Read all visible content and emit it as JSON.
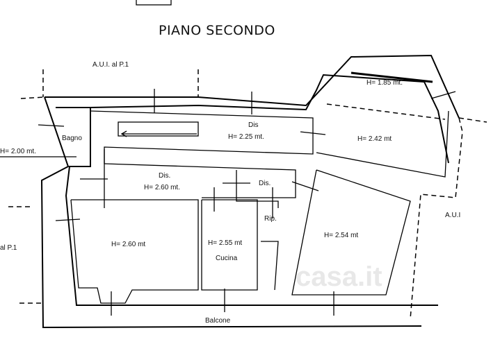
{
  "title": "PIANO SECONDO",
  "labels": {
    "aui_top": "A.U.I. al P.1",
    "aui_left": "al P.1",
    "aui_right": "A.U.I",
    "h_left": "H= 2.00 mt.",
    "balcone": "Balcone"
  },
  "rooms": {
    "bagno": "Bagno",
    "dis_top": "Dis",
    "dis_top_h": "H= 2.25 mt.",
    "attic_h": "H= 1.85 mt.",
    "big_right_h": "H= 2.42 mt",
    "dis_mid": "Dis.",
    "dis_mid_h": "H= 2.60 mt.",
    "dis_small": "Dis.",
    "rip": "Rip.",
    "bedroom_h": "H= 2.60 mt",
    "cucina_h": "H= 2.55 mt",
    "cucina": "Cucina",
    "right_room_h": "H= 2.54 mt"
  },
  "watermark": "casa.it"
}
